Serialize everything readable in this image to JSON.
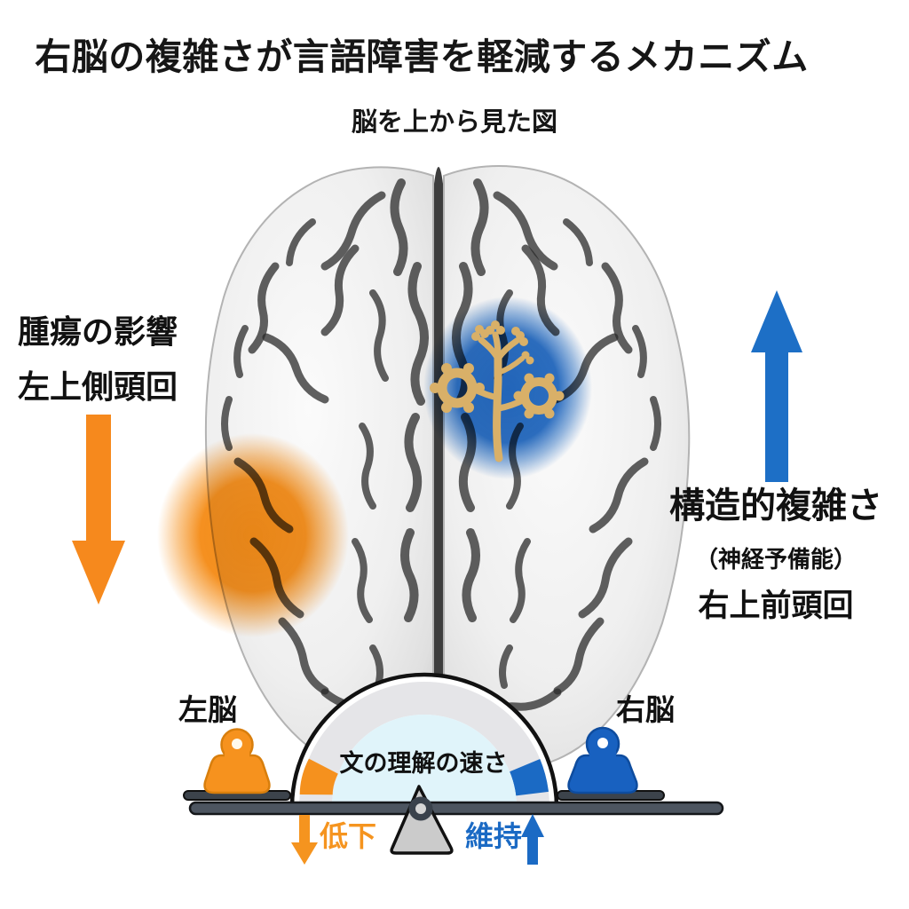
{
  "title": "右脳の複雑さが言語障害を軽減するメカニズム",
  "subtitle": "脳を上から見た図",
  "left_annotation": {
    "cause": "腫瘍の影響",
    "region": "左上側頭回"
  },
  "right_annotation": {
    "factor": "構造的複雑さ",
    "note": "（神経予備能）",
    "region": "右上前頭回"
  },
  "balance": {
    "left_hemisphere_label": "左脳",
    "right_hemisphere_label": "右脳",
    "gauge_label": "文の理解の速さ",
    "left_outcome": "低下",
    "right_outcome": "維持"
  },
  "icons": {
    "neuron": "dendrite-neuron-icon",
    "left_weight": "kettlebell-weight-orange",
    "right_weight": "kettlebell-weight-blue",
    "tumor_arrow": "big-down-arrow-orange",
    "complexity_arrow": "big-up-arrow-blue",
    "decline_arrow": "small-down-arrow-orange",
    "maintain_arrow": "small-up-arrow-blue",
    "fulcrum": "balance-fulcrum-triangle"
  },
  "colors": {
    "accent_orange": "#F5911E",
    "accent_blue": "#1B6AC4",
    "neuron_tan": "#D9B068",
    "gauge_inner": "#E0F4FA",
    "gauge_band": "#E5E5E8",
    "beam_gray": "#4D5560"
  }
}
